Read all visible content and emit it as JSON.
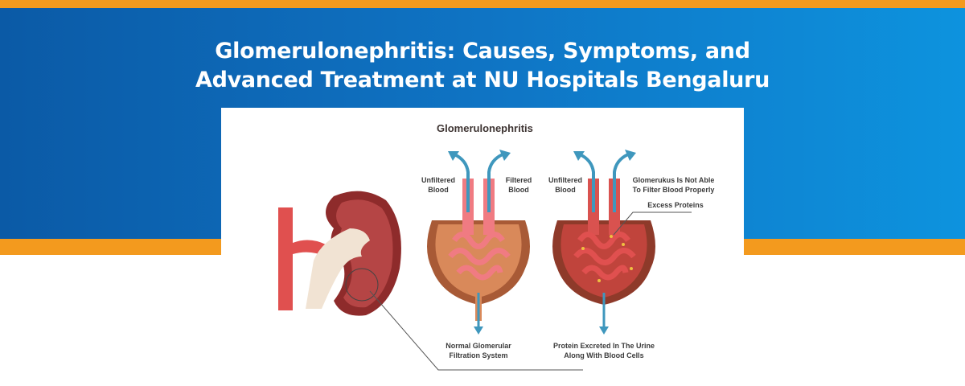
{
  "banner": {
    "title_line1": "Glomerulonephritis: Causes, Symptoms, and",
    "title_line2": "Advanced Treatment at NU Hospitals Bengaluru",
    "colors": {
      "blue": "#0f74c4",
      "orange": "#f39a1e"
    }
  },
  "diagram": {
    "title": "Glomerulonephritis",
    "normal": {
      "label_left": [
        "Unfiltered",
        "Blood"
      ],
      "label_right": [
        "Filtered",
        "Blood"
      ],
      "caption": [
        "Normal Glomerular",
        "Filtration System"
      ]
    },
    "diseased": {
      "label_left": [
        "Unfiltered",
        "Blood"
      ],
      "label_right": [
        "Glomerukus Is Not Able",
        "To Filter Blood Properly"
      ],
      "callout": "Excess Proteins",
      "caption": [
        "Protein  Excreted In The Urine",
        "Along With Blood Cells"
      ]
    }
  }
}
